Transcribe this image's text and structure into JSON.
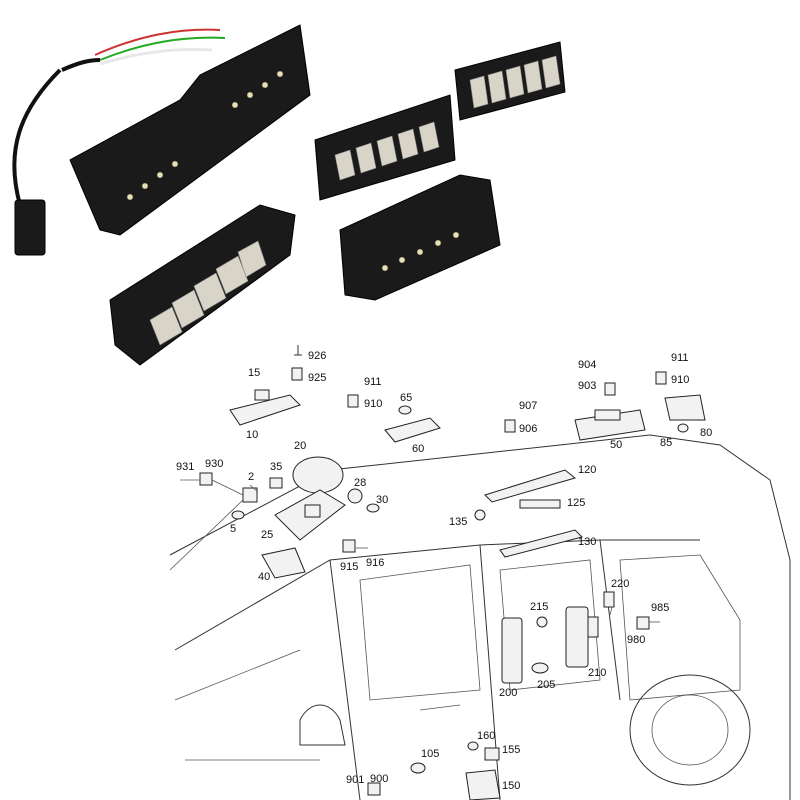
{
  "callouts": {
    "c15": "15",
    "c926": "926",
    "c925": "925",
    "c10": "10",
    "c911a": "911",
    "c910a": "910",
    "c65": "65",
    "c60": "60",
    "c907": "907",
    "c906": "906",
    "c904": "904",
    "c903": "903",
    "c50": "50",
    "c911b": "911",
    "c910b": "910",
    "c85": "85",
    "c80": "80",
    "c20": "20",
    "c931": "931",
    "c930": "930",
    "c2": "2",
    "c35": "35",
    "c28": "28",
    "c30": "30",
    "c5": "5",
    "c25": "25",
    "c40": "40",
    "c915": "915",
    "c916": "916",
    "c120": "120",
    "c125": "125",
    "c135": "135",
    "c130": "130",
    "c220": "220",
    "c215": "215",
    "c985": "985",
    "c980": "980",
    "c200": "200",
    "c205": "205",
    "c210": "210",
    "c105": "105",
    "c160": "160",
    "c155": "155",
    "c150": "150",
    "c901": "901",
    "c900": "900"
  }
}
